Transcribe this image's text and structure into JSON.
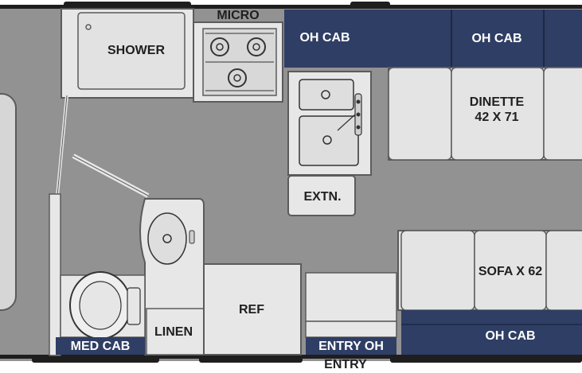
{
  "floorplan": {
    "colors": {
      "floor": "#929292",
      "fixture": "#e7e7e7",
      "fixture_stroke": "#5b5b5b",
      "cabinet_navy": "#2f3e64",
      "wall": "#1e1e1e"
    },
    "labels": {
      "micro": "MICRO",
      "shower": "SHOWER",
      "oh_cab_galley": "OH CAB",
      "oh_cab_dinette": "OH CAB",
      "dinette": "DINETTE",
      "dinette_size": "42 X 71",
      "extn": "EXTN.",
      "ref": "REF",
      "linen": "LINEN",
      "med_cab": "MED CAB",
      "entry_oh": "ENTRY OH",
      "entry": "ENTRY",
      "sofa": "SOFA X 62",
      "oh_cab_sofa": "OH CAB"
    }
  }
}
